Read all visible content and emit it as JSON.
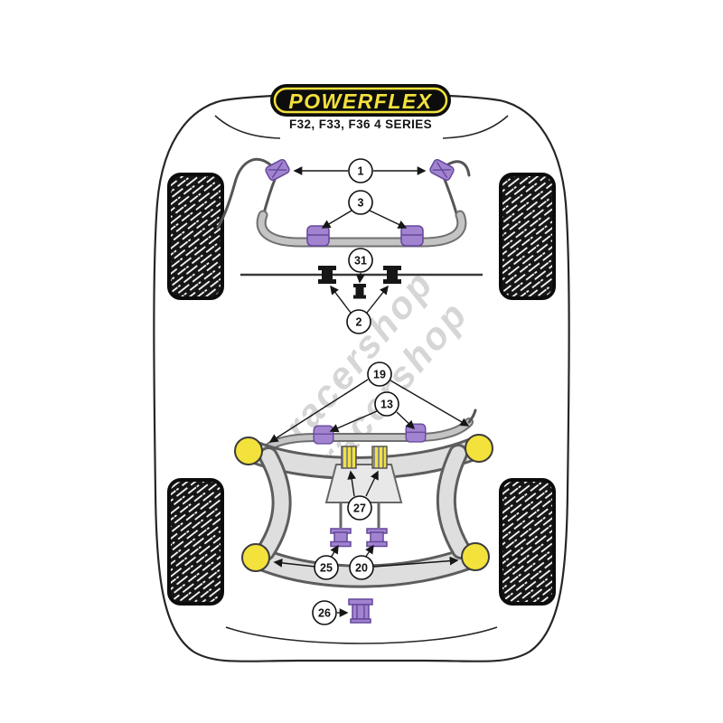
{
  "brand": {
    "logo_text": "POWERFLEX",
    "subtitle": "F32, F33, F36 4 SERIES"
  },
  "watermark": {
    "text": "racershop"
  },
  "callouts": {
    "c1": "1",
    "c3": "3",
    "c31": "31",
    "c2": "2",
    "c19": "19",
    "c13": "13",
    "c27": "27",
    "c25": "25",
    "c20": "20",
    "c26": "26"
  },
  "colors": {
    "accent_yellow": "#f3e13c",
    "bush_purple": "#a283cf",
    "bush_purple_dark": "#64479c",
    "bar_gray": "#c4c4c4",
    "bar_gray_dark": "#6f6f6f",
    "watermark_gray": "#c9c9c9"
  }
}
